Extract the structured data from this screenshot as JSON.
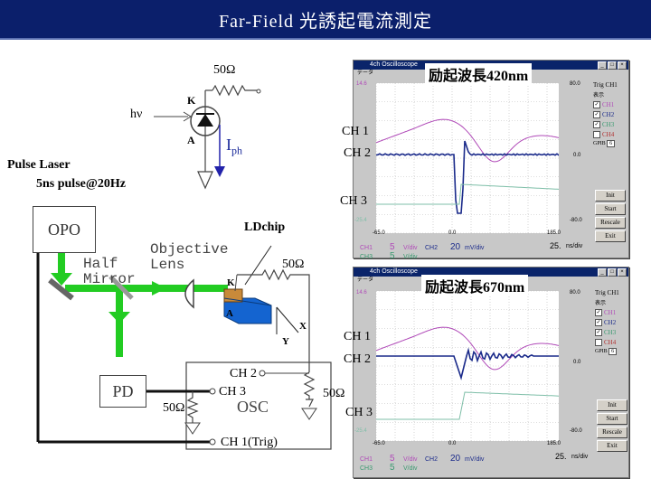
{
  "title": "Far-Field 光誘起電流測定",
  "photodiode": {
    "resistor": "50Ω",
    "k": "K",
    "a": "A",
    "hv": "hν",
    "iph": "I",
    "iph_sub": "ph"
  },
  "laser": {
    "line1": "Pulse   Laser",
    "line2": "5ns pulse@20Hz"
  },
  "setup": {
    "opo": "OPO",
    "half_mirror": "Half\nMirror",
    "objective": "Objective\nLens",
    "ldchip": "LDchip",
    "r_top": "50Ω",
    "k": "K",
    "a": "A",
    "x": "X",
    "y": "Y",
    "pd": "PD",
    "osc": "OSC",
    "ch2": "CH 2",
    "ch3": "CH 3",
    "ch1": "CH 1(Trig)",
    "r_osc": "50Ω",
    "r_pd": "50Ω"
  },
  "scope1": {
    "window_title": "4ch Oscilloscope",
    "menu": "データ",
    "caption": "励起波長420nm",
    "trig": "Trig  CH1",
    "display": "表示",
    "gpib": "GPIB",
    "gpib_val": "6",
    "channels": [
      "CH1",
      "CH2",
      "CH3",
      "CH4"
    ],
    "buttons": [
      "Init",
      "Start",
      "Rescale",
      "Exit"
    ],
    "y_top": "14.6",
    "y_bot": "-25.4",
    "r_top": "80.0",
    "r_mid": "0.0",
    "r_bot": "-80.0",
    "x_left": "-65.0",
    "x_mid": "0.0",
    "x_right": "185.0",
    "ch1_label": "CH1",
    "ch1_val": "5",
    "ch1_unit": "V/div",
    "ch2_label": "CH2",
    "ch2_val": "20",
    "ch2_unit": "mV/div",
    "ch3_label": "CH3",
    "ch3_val": "5",
    "ch3_unit": "V/div",
    "time": "25.",
    "time_unit": "ns/div",
    "lab_ch1": "CH 1",
    "lab_ch2": "CH 2",
    "lab_ch3": "CH 3"
  },
  "scope2": {
    "window_title": "4ch Oscilloscope",
    "menu": "データ",
    "caption": "励起波長670nm",
    "trig": "Trig  CH1",
    "display": "表示",
    "gpib": "GPIB",
    "gpib_val": "6",
    "channels": [
      "CH1",
      "CH2",
      "CH3",
      "CH4"
    ],
    "buttons": [
      "Init",
      "Start",
      "Rescale",
      "Exit"
    ],
    "y_top": "14.6",
    "y_bot": "-25.4",
    "r_top": "80.0",
    "r_mid": "0.0",
    "r_bot": "-80.0",
    "x_left": "-65.0",
    "x_mid": "0.0",
    "x_right": "185.0",
    "ch1_label": "CH1",
    "ch1_val": "5",
    "ch1_unit": "V/div",
    "ch2_label": "CH2",
    "ch2_val": "20",
    "ch2_unit": "mV/div",
    "ch3_label": "CH3",
    "ch3_val": "5",
    "ch3_unit": "V/div",
    "time": "25.",
    "time_unit": "ns/div",
    "lab_ch1": "CH 1",
    "lab_ch2": "CH 2",
    "lab_ch3": "CH 3"
  },
  "colors": {
    "title_bg": "#0b1f6b",
    "laser": "#22cc22",
    "ch1": "#b04ab8",
    "ch2": "#1a2a8a",
    "ch3": "#7fbfa8"
  }
}
